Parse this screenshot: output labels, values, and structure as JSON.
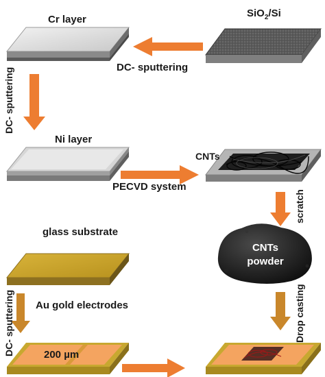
{
  "labels": {
    "cr_layer": "Cr layer",
    "sio2_main": "SiO",
    "sio2_sub": "2",
    "sio2_tail": "/Si",
    "dc_sputtering_h": "DC- sputtering",
    "dc_sputtering_v1": "DC- sputtering",
    "ni_layer": "Ni  layer",
    "cnts": "CNTs",
    "pecvd": "PECVD system",
    "scratch": "scratch",
    "glass_substrate": "glass substrate",
    "cnts_powder_line1": "CNTs",
    "cnts_powder_line2": "powder",
    "dc_sputtering_v2": "DC- sputtering",
    "au_electrodes": "Au gold electrodes",
    "drop_casting": "Drop casting",
    "gap": "200 µm"
  },
  "colors": {
    "arrow_orange": "#ED7D31",
    "arrow_tan": "#C9872B",
    "cr_top": "#d9d9d9",
    "sio2_top": "#5f5f5f",
    "substrate_side": "#7f7f7f",
    "glass_top": "#c9a227",
    "electrode_top": "#f4a460",
    "frame_gold": "#c8a830"
  }
}
